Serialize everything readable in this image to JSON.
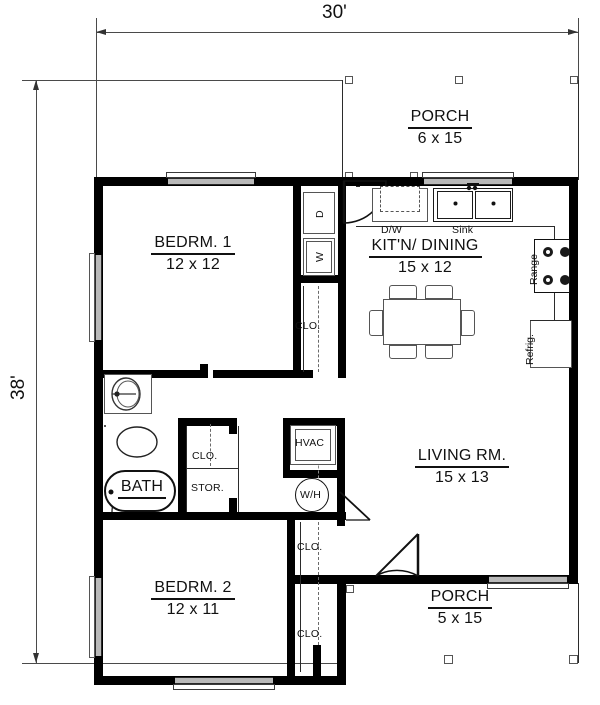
{
  "drawing": {
    "type": "floor-plan",
    "overall_width_label": "30'",
    "overall_depth_label": "38'"
  },
  "rooms": [
    {
      "key": "porch_top",
      "name": "PORCH",
      "dim": "6 x 15"
    },
    {
      "key": "bedrm1",
      "name": "BEDRM. 1",
      "dim": "12 x 12"
    },
    {
      "key": "kitchen",
      "name": "KIT'N/ DINING",
      "dim": "15 x 12"
    },
    {
      "key": "bath",
      "name": "BATH",
      "dim": ""
    },
    {
      "key": "living",
      "name": "LIVING RM.",
      "dim": "15 x 13"
    },
    {
      "key": "bedrm2",
      "name": "BEDRM. 2",
      "dim": "12 x 11"
    },
    {
      "key": "porch_bot",
      "name": "PORCH",
      "dim": "5 x 15"
    }
  ],
  "labels": {
    "closet_bed1": "CLO.",
    "closet_bath": "CLO.",
    "storage": "STOR.",
    "closet_hall": "CLO.",
    "closet_bed2": "CLO.",
    "dryer": "D",
    "washer": "W",
    "dishwasher": "D/W",
    "sink": "Sink",
    "range": "Range",
    "refrigerator": "Refrig.",
    "hvac": "HVAC",
    "water_heater": "W/H"
  },
  "colors": {
    "wall": "#000000",
    "line": "#4a4a4a",
    "window": "#b9b9b9",
    "paper": "#ffffff"
  }
}
